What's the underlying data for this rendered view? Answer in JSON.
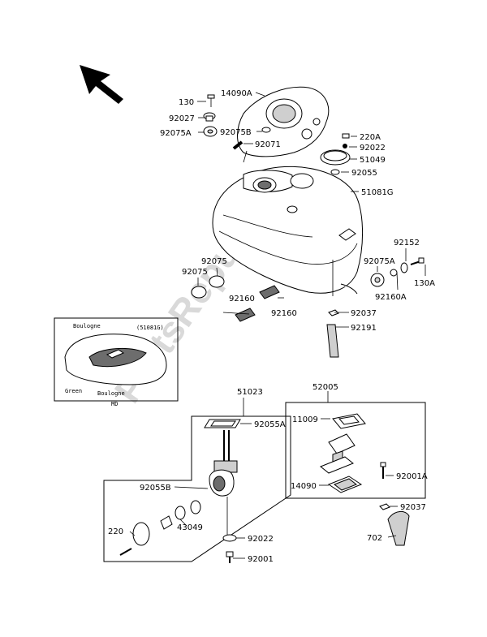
{
  "watermark": "PartsRepublik",
  "inset": {
    "title": "(51081G)",
    "label_top": "Boulogne",
    "label_left": "Green",
    "label_bottom": "Boulogne",
    "label_code": "MD"
  },
  "callouts": {
    "c130": "130",
    "c14090A": "14090A",
    "c92027": "92027",
    "c92075A": "92075A",
    "c92075B": "92075B",
    "c92071": "92071",
    "c220A": "220A",
    "c92022top": "92022",
    "c51049": "51049",
    "c92055": "92055",
    "c51081G": "51081G",
    "c92152": "92152",
    "c92075Aright": "92075A",
    "c130A": "130A",
    "c92160A": "92160A",
    "c92075a": "92075",
    "c92075b": "92075",
    "c92160a": "92160",
    "c92160b": "92160",
    "c92037top": "92037",
    "c92191": "92191",
    "c51023": "51023",
    "c92055A": "92055A",
    "c92055B": "92055B",
    "c220": "220",
    "c43049": "43049",
    "c92022bottom": "92022",
    "c92001": "92001",
    "c52005": "52005",
    "c11009": "11009",
    "c92001A": "92001A",
    "c14090": "14090",
    "c92037bottom": "92037",
    "c702": "702"
  }
}
